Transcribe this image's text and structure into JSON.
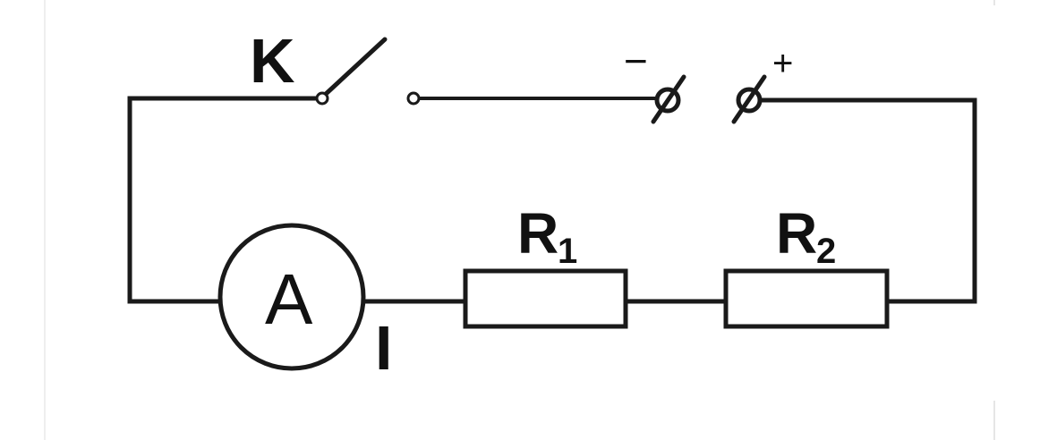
{
  "labels": {
    "switch": "K",
    "ammeter": "A",
    "current": "I",
    "resistor1_main": "R",
    "resistor1_sub": "1",
    "resistor2_main": "R",
    "resistor2_sub": "2",
    "terminal_negative": "−",
    "terminal_positive": "+"
  },
  "colors": {
    "wire": "#1a1a1a",
    "background": "#ffffff"
  }
}
